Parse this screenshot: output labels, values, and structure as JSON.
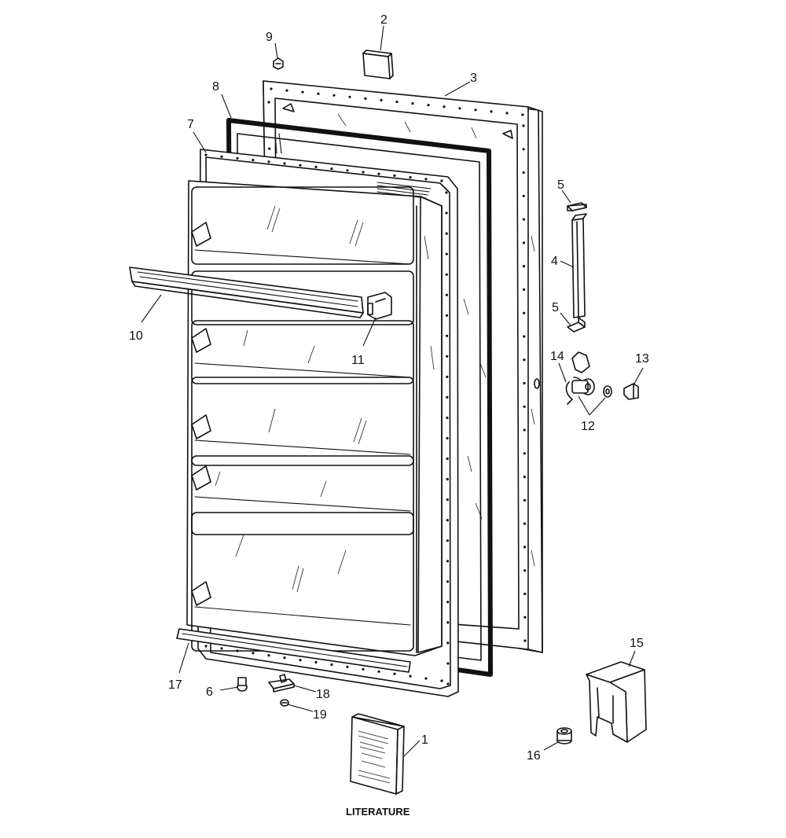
{
  "diagram": {
    "caption": "LITERATURE",
    "callouts": [
      {
        "id": "c1",
        "text": "1"
      },
      {
        "id": "c2",
        "text": "2"
      },
      {
        "id": "c3",
        "text": "3"
      },
      {
        "id": "c4",
        "text": "4"
      },
      {
        "id": "c5a",
        "text": "5"
      },
      {
        "id": "c5b",
        "text": "5"
      },
      {
        "id": "c6",
        "text": "6"
      },
      {
        "id": "c7",
        "text": "7"
      },
      {
        "id": "c8",
        "text": "8"
      },
      {
        "id": "c9",
        "text": "9"
      },
      {
        "id": "c10",
        "text": "10"
      },
      {
        "id": "c11",
        "text": "11"
      },
      {
        "id": "c12",
        "text": "12"
      },
      {
        "id": "c13",
        "text": "13"
      },
      {
        "id": "c14",
        "text": "14"
      },
      {
        "id": "c15",
        "text": "15"
      },
      {
        "id": "c16",
        "text": "16"
      },
      {
        "id": "c17",
        "text": "17"
      },
      {
        "id": "c18",
        "text": "18"
      },
      {
        "id": "c19",
        "text": "19"
      }
    ]
  }
}
